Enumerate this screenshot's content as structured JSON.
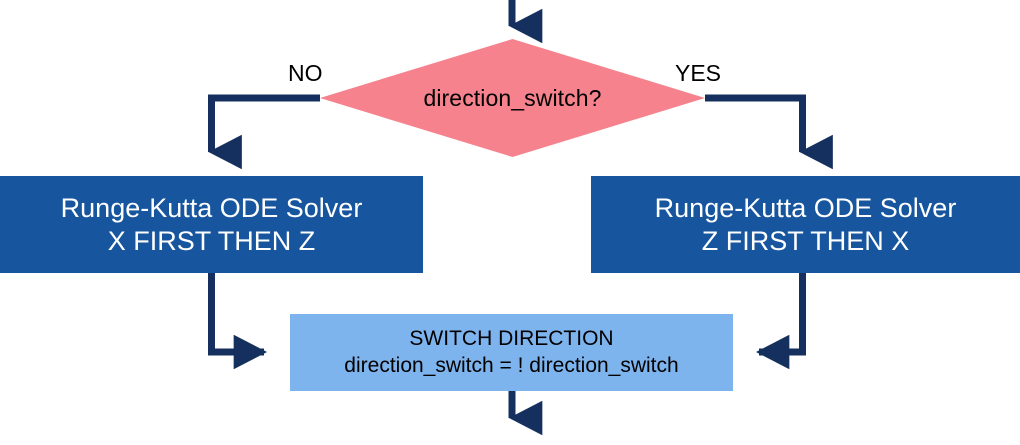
{
  "diagram": {
    "title": "direction switch flowchart",
    "type": "flowchart",
    "colors": {
      "decision_fill": "#F5828C",
      "process_fill": "#17569E",
      "process_text": "#FFFFFF",
      "switch_fill": "#7EB4EE",
      "switch_text": "#000000",
      "connector": "#152F5E",
      "background": "#FFFFFF"
    },
    "decision": {
      "label": "direction_switch?",
      "shape": "diamond"
    },
    "branches": {
      "no_label": "NO",
      "yes_label": "YES"
    },
    "process_left": {
      "line1": "Runge-Kutta ODE Solver",
      "line2": "X FIRST THEN Z"
    },
    "process_right": {
      "line1": "Runge-Kutta ODE Solver",
      "line2": "Z FIRST THEN X"
    },
    "switch_node": {
      "line1": "SWITCH DIRECTION",
      "line2": "direction_switch = ! direction_switch"
    },
    "connectors": [
      {
        "name": "entry-arrow",
        "from": "top-of-page",
        "to": "direction_switch?"
      },
      {
        "name": "no-branch",
        "from": "direction_switch?",
        "to": "Runge-Kutta ODE Solver X FIRST THEN Z"
      },
      {
        "name": "yes-branch",
        "from": "direction_switch?",
        "to": "Runge-Kutta ODE Solver Z FIRST THEN X"
      },
      {
        "name": "left-to-switch",
        "from": "Runge-Kutta ODE Solver X FIRST THEN Z",
        "to": "SWITCH DIRECTION"
      },
      {
        "name": "right-to-switch",
        "from": "Runge-Kutta ODE Solver Z FIRST THEN X",
        "to": "SWITCH DIRECTION"
      },
      {
        "name": "exit-arrow",
        "from": "SWITCH DIRECTION",
        "to": "bottom-of-page"
      }
    ]
  }
}
